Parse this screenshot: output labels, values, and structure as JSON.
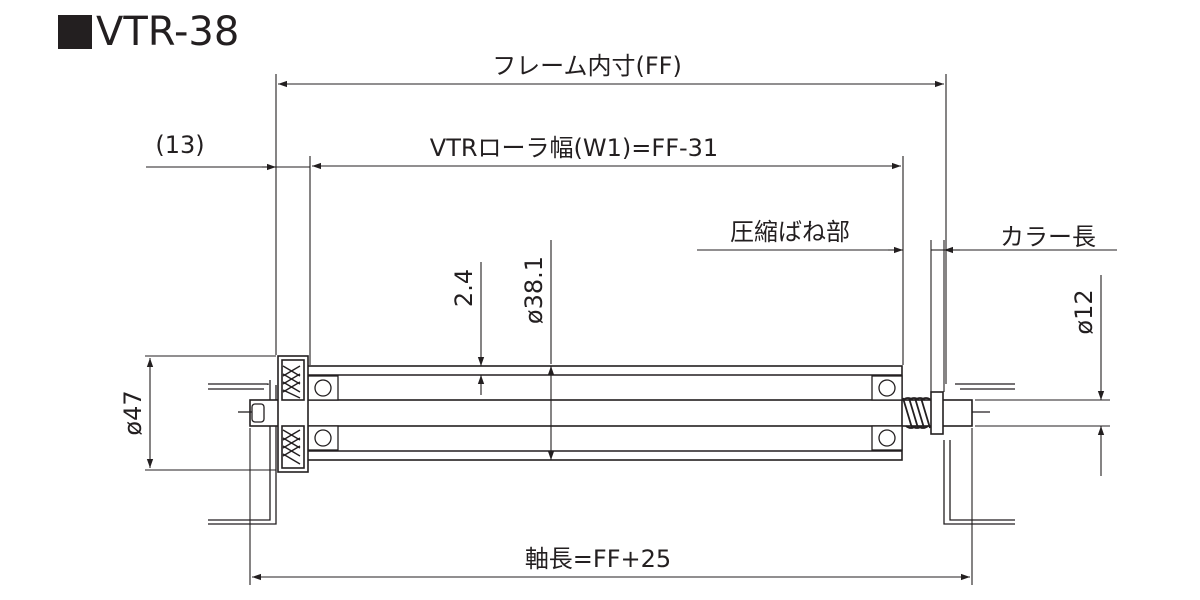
{
  "title": {
    "bullet": "■",
    "model": "VTR-38"
  },
  "labels": {
    "frame_inner": "フレーム内寸(FF)",
    "offset": "(13)",
    "roller_width": "VTRローラ幅(W1)=FF-31",
    "spring_section": "圧縮ばね部",
    "collar_length": "カラー長",
    "wall": "2.4",
    "roller_dia": "ø38.1",
    "shaft_dia": "ø12",
    "flange_dia": "ø47",
    "shaft_length": "軸長=FF+25"
  },
  "colors": {
    "line": "#231f20",
    "bg": "#ffffff"
  }
}
